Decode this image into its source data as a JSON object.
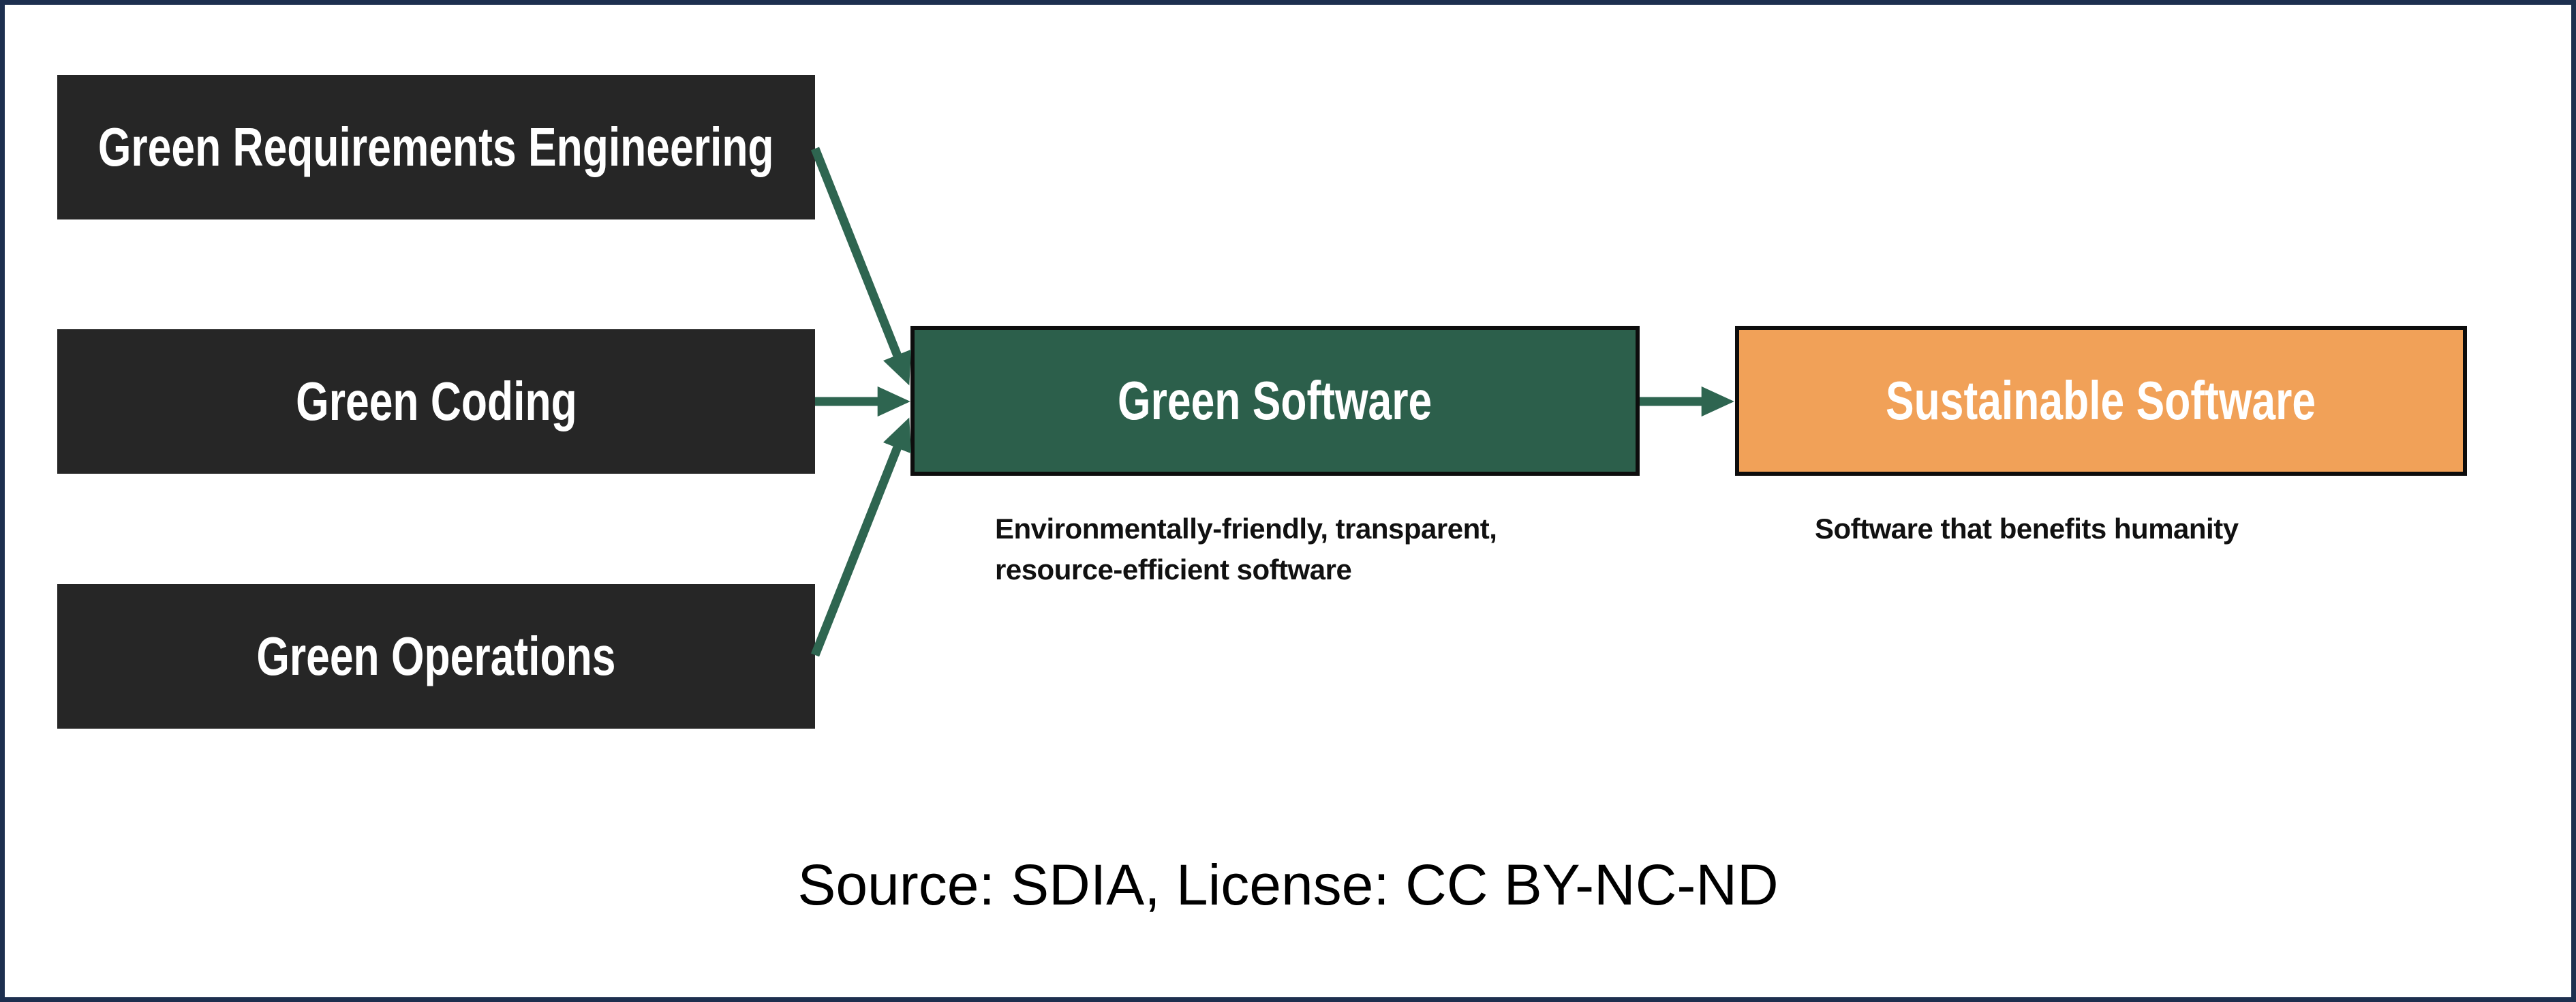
{
  "frame": {
    "border_color": "#1d2f4f",
    "background_color": "#ffffff"
  },
  "colors": {
    "input_box_background": "#262626",
    "input_box_text": "#ffffff",
    "green_box_background": "#2c5f4b",
    "orange_box_background": "#f1a158",
    "colored_box_border": "#0d0d0d",
    "arrow": "#2e6550",
    "caption_text": "#111111",
    "source_text": "#000000"
  },
  "inputs": [
    {
      "label": "Green Requirements Engineering"
    },
    {
      "label": "Green Coding"
    },
    {
      "label": "Green Operations"
    }
  ],
  "green_software": {
    "label": "Green Software",
    "caption": "Environmentally-friendly, transparent,\nresource-efficient software"
  },
  "sustainable_software": {
    "label": "Sustainable Software",
    "caption": "Software that benefits humanity"
  },
  "source": {
    "text": "Source: SDIA, License: CC BY-NC-ND"
  }
}
